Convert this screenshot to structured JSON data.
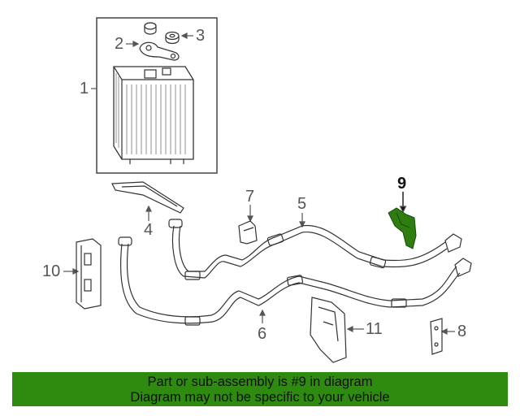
{
  "diagram": {
    "callouts": {
      "c1": "1",
      "c2": "2",
      "c3": "3",
      "c4": "4",
      "c5": "5",
      "c6": "6",
      "c7": "7",
      "c8": "8",
      "c9": "9",
      "c10": "10",
      "c11": "11"
    },
    "highlighted_part": "9",
    "highlight_color": "#2e7d10"
  },
  "banner": {
    "line1": "Part or sub-assembly is #9 in diagram",
    "line2": "Diagram may not be specific to your vehicle",
    "color": "#2e8b10"
  }
}
